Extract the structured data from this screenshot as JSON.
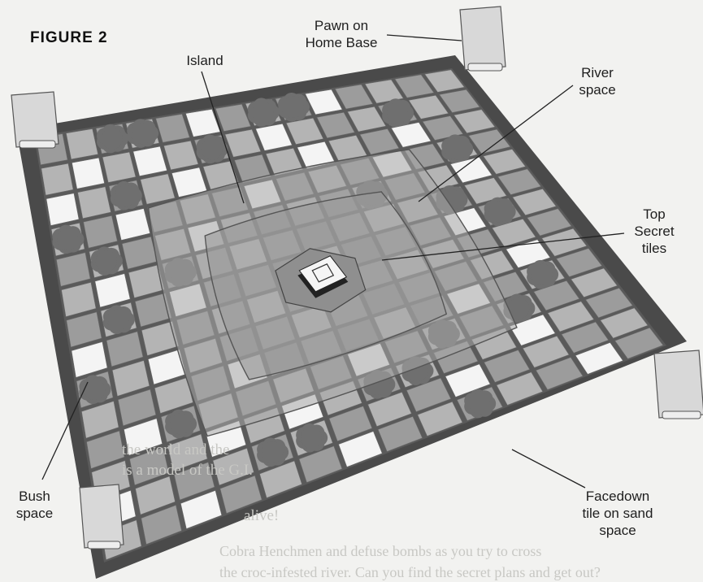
{
  "figure_title": "FIGURE 2",
  "labels": {
    "pawn": "Pawn on\nHome Base",
    "island": "Island",
    "river": "River\nspace",
    "top_secret": "Top\nSecret\ntiles",
    "bush": "Bush\nspace",
    "facedown": "Facedown\ntile on sand\nspace"
  },
  "background_text": {
    "line1": "the world and the",
    "line2": "is a model of the G.I.",
    "line3": "alive!",
    "line4": "Cobra Henchmen and defuse bombs as you try to cross",
    "line5": "the croc-infested river. Can you find the secret plans and get out?"
  },
  "colors": {
    "board_frame": "#4a4a4a",
    "grid_line": "#5a5a5a",
    "sand_square": "#9c9c9c",
    "sand_square_light": "#b4b4b4",
    "face_down_tile": "#f4f4f4",
    "bush": "#6f6f6f",
    "river": "#a8a8a8",
    "island": "#9a9a9a",
    "pawn": "#d8d8d8"
  }
}
